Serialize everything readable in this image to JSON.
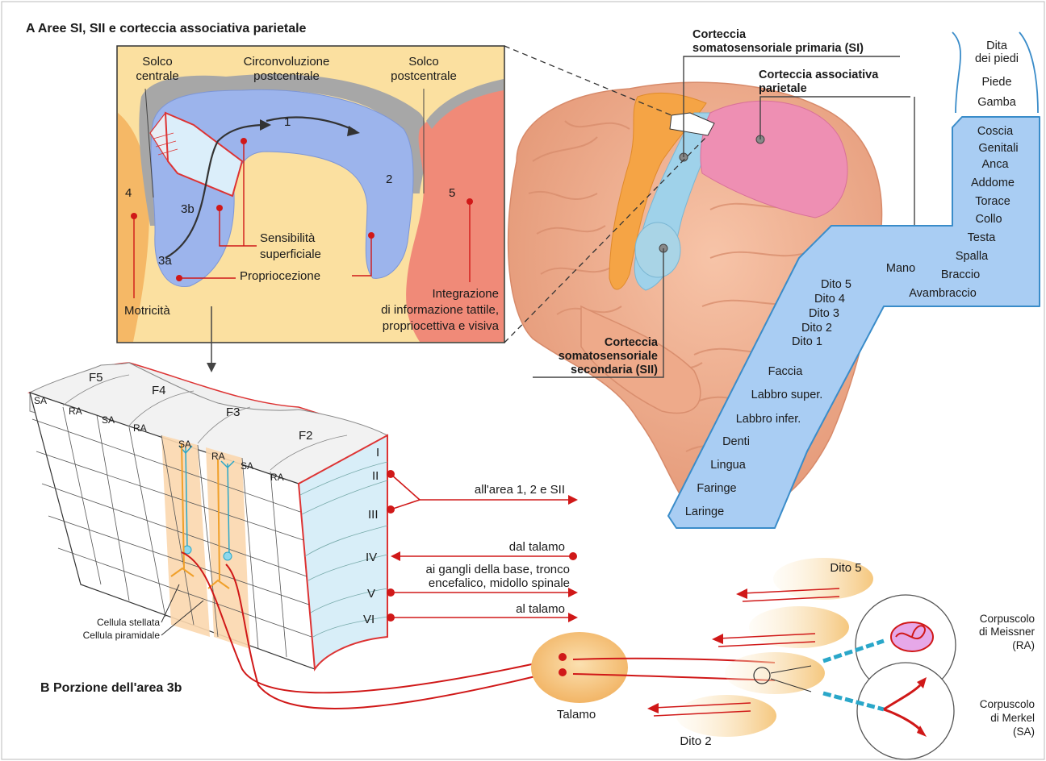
{
  "section_a": {
    "title": "A  Aree SI, SII e corteccia associativa parietale",
    "inset": {
      "solco_centrale_1": "Solco",
      "solco_centrale_2": "centrale",
      "circonv_1": "Circonvoluzione",
      "circonv_2": "postcentrale",
      "solco_post_1": "Solco",
      "solco_post_2": "postcentrale",
      "area_1": "1",
      "area_2": "2",
      "area_3a": "3a",
      "area_3b": "3b",
      "area_4": "4",
      "area_5": "5",
      "sens_1": "Sensibilità",
      "sens_2": "superficiale",
      "proprio": "Propriocezione",
      "motricita": "Motricità",
      "integ_1": "Integrazione",
      "integ_2": "di informazione tattile,",
      "integ_3": "propriocettiva e visiva"
    },
    "brain": {
      "si_1": "Corteccia",
      "si_2": "somatosensoriale primaria (SI)",
      "assoc_1": "Corteccia associativa",
      "assoc_2": "parietale",
      "sii_1": "Corteccia",
      "sii_2": "somatosensoriale",
      "sii_3": "secondaria (SII)"
    },
    "homunculus": [
      "Dita",
      "dei piedi",
      "Piede",
      "Gamba",
      "Coscia",
      "Genitali",
      "Anca",
      "Addome",
      "Torace",
      "Collo",
      "Testa",
      "Spalla",
      "Braccio",
      "Avambraccio",
      "Mano",
      "Dito 5",
      "Dito 4",
      "Dito 3",
      "Dito 2",
      "Dito 1",
      "Faccia",
      "Labbro super.",
      "Labbro infer.",
      "Denti",
      "Lingua",
      "Faringe",
      "Laringe"
    ]
  },
  "section_b": {
    "title": "B  Porzione dell'area 3b",
    "columns": [
      "F5",
      "F4",
      "F3",
      "F2"
    ],
    "subcolumns": [
      "SA",
      "RA",
      "SA",
      "RA",
      "SA",
      "RA",
      "SA",
      "RA"
    ],
    "layers": [
      "I",
      "II",
      "III",
      "IV",
      "V",
      "VI"
    ],
    "arrows": {
      "to_area": "all'area 1, 2 e SII",
      "from_thal": "dal talamo",
      "to_ganglia_1": "ai gangli della base, tronco",
      "to_ganglia_2": "encefalico, midollo spinale",
      "to_thal": "al talamo"
    },
    "cell_stellate": "Cellula stellata",
    "cell_pyramidal": "Cellula piramidale",
    "thalamus": "Talamo",
    "dito5": "Dito 5",
    "dito2": "Dito 2",
    "meissner_1": "Corpuscolo",
    "meissner_2": "di Meissner",
    "meissner_3": "(RA)",
    "merkel_1": "Corpuscolo",
    "merkel_2": "di Merkel",
    "merkel_3": "(SA)"
  }
}
